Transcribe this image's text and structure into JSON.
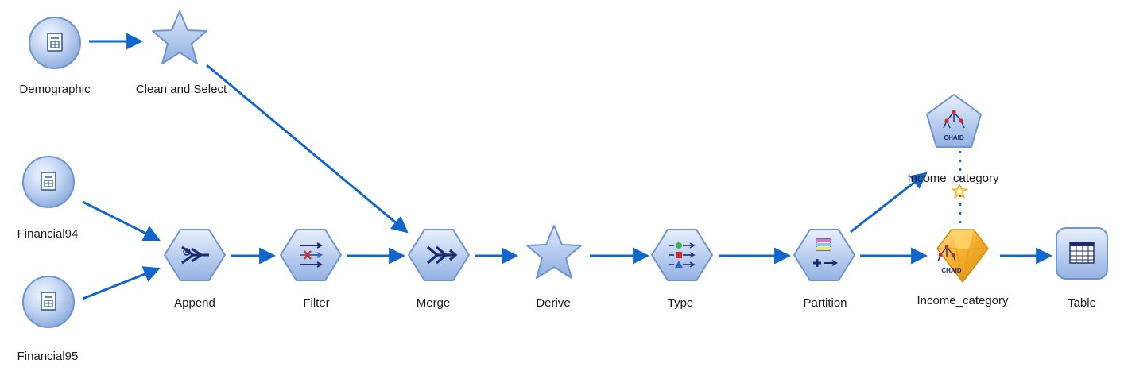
{
  "stream": {
    "nodes": {
      "demographic": {
        "label": "Demographic",
        "icon": "source-file-icon"
      },
      "clean_select": {
        "label": "Clean and Select",
        "icon": "supernode-star-icon"
      },
      "financial94": {
        "label": "Financial94",
        "icon": "source-file-icon"
      },
      "financial95": {
        "label": "Financial95",
        "icon": "source-file-icon"
      },
      "append": {
        "label": "Append",
        "icon": "append-icon"
      },
      "filter": {
        "label": "Filter",
        "icon": "filter-icon"
      },
      "merge": {
        "label": "Merge",
        "icon": "merge-icon"
      },
      "derive": {
        "label": "Derive",
        "icon": "derive-star-icon"
      },
      "type": {
        "label": "Type",
        "icon": "type-icon"
      },
      "partition": {
        "label": "Partition",
        "icon": "partition-icon"
      },
      "chaid_modeler": {
        "label": "Income_category",
        "icon": "chaid-modeler-icon",
        "badge": "CHAID"
      },
      "chaid_nugget": {
        "label": "Income_category",
        "icon": "chaid-nugget-icon",
        "badge": "CHAID"
      },
      "table": {
        "label": "Table",
        "icon": "table-icon"
      }
    },
    "colors": {
      "connector": "#1166cc",
      "node_fill": "#c8d9f4",
      "node_stroke": "#5d86c6",
      "nugget": "#f2a628"
    }
  }
}
